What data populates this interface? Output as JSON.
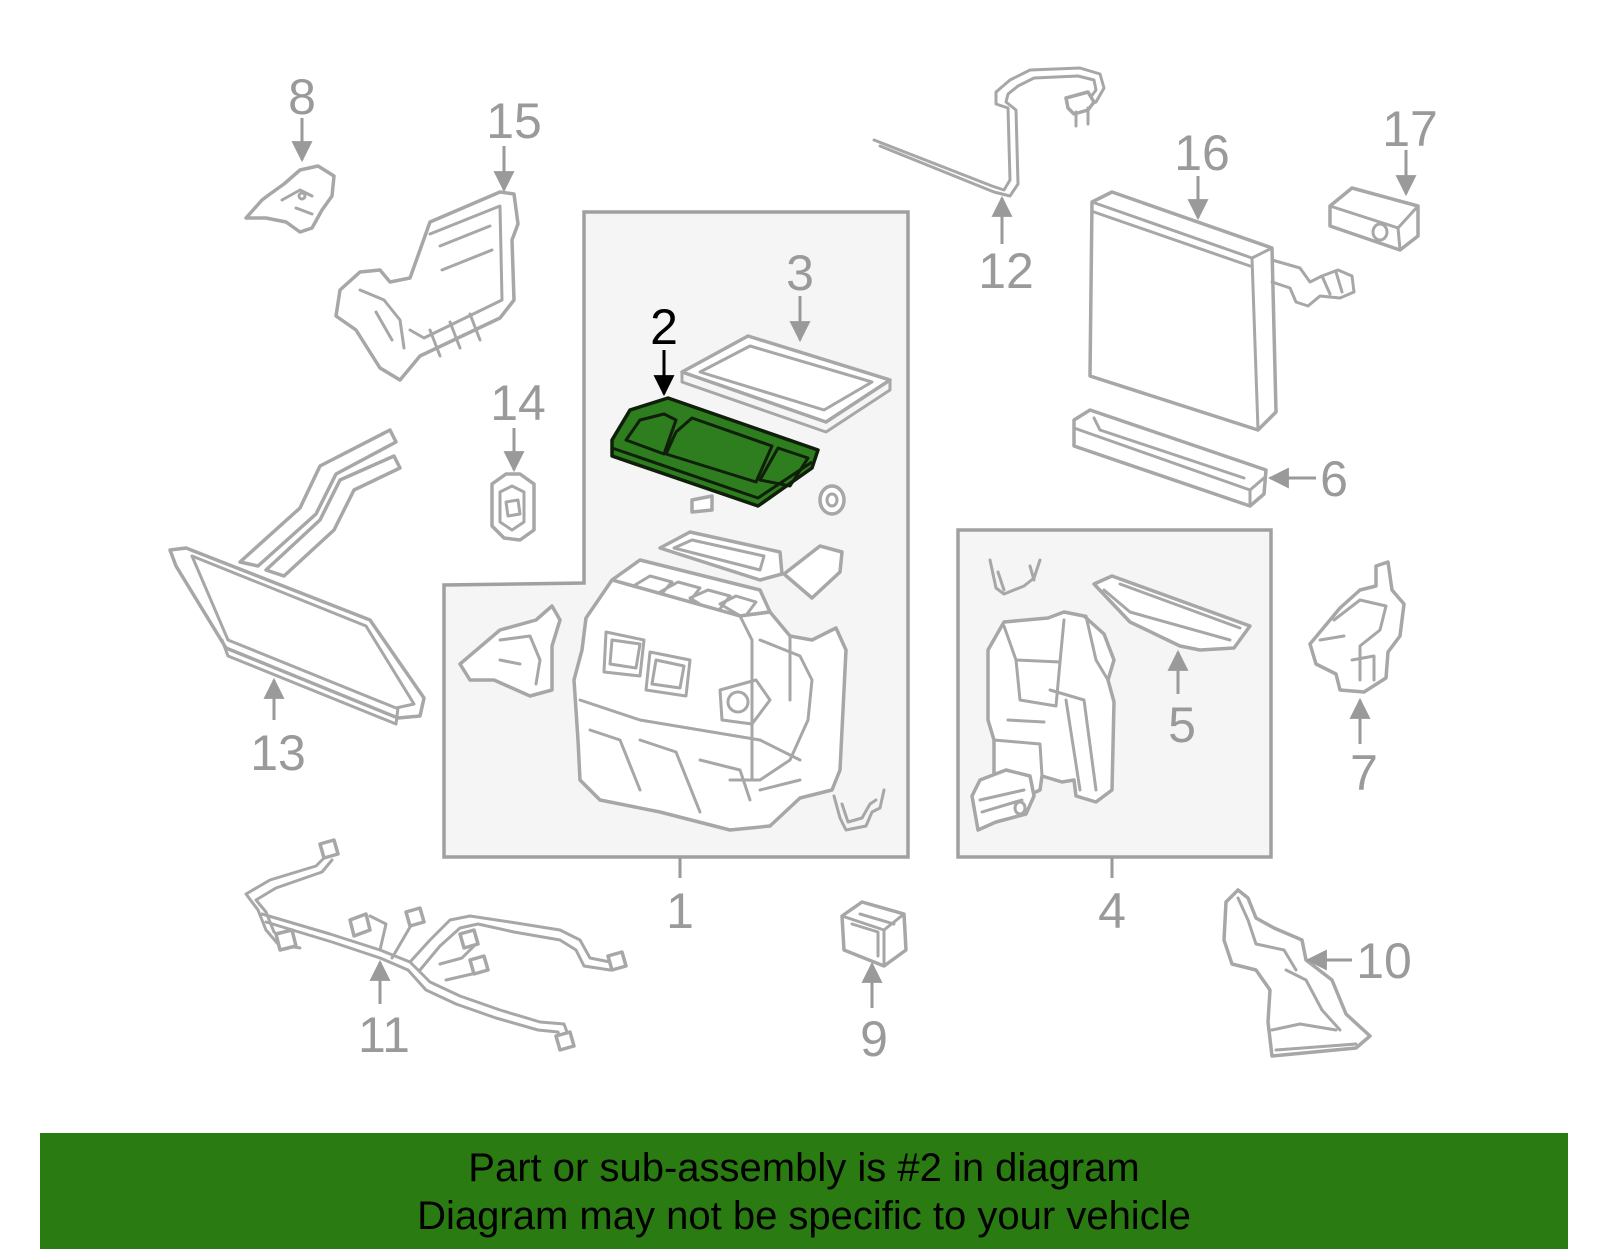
{
  "diagram": {
    "highlight_color": "#2e7d1e",
    "part_outline_color": "#a7a7a7",
    "highlighted_callout": "2",
    "callouts": {
      "c1": "1",
      "c2": "2",
      "c3": "3",
      "c4": "4",
      "c5": "5",
      "c6": "6",
      "c7": "7",
      "c8": "8",
      "c9": "9",
      "c10": "10",
      "c11": "11",
      "c12": "12",
      "c13": "13",
      "c14": "14",
      "c15": "15",
      "c16": "16",
      "c17": "17"
    }
  },
  "banner": {
    "background_color": "#2a7b11",
    "line1": "Part or sub-assembly is #2 in diagram",
    "line2": "Diagram may not be specific to your vehicle"
  }
}
